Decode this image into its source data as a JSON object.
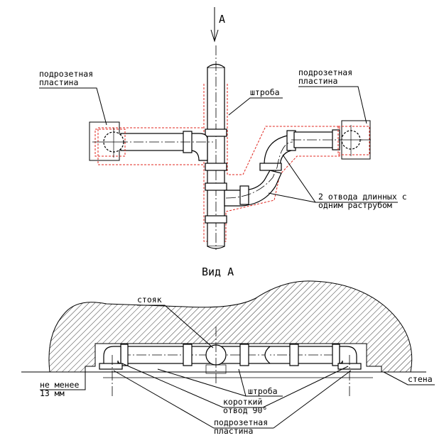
{
  "labels": {
    "view_arrow": "А",
    "plate_left": [
      "подрозетная",
      "пластина"
    ],
    "plate_right": [
      "подрозетная",
      "пластина"
    ],
    "chase_top": "штроба",
    "bends": [
      "2 отвода длинных с",
      "одним раструбом"
    ],
    "view_title": "Вид А",
    "riser": "стояк",
    "min_depth": [
      "не менее",
      "13 мм"
    ],
    "chase_bottom": "штроба",
    "wall": "стена",
    "short_bend": [
      "короткий",
      "отвод 90°"
    ],
    "plate_bottom": [
      "подрозетная",
      "пластина"
    ]
  },
  "colors": {
    "line": "#000000",
    "chase_outline": "#e0271f",
    "background": "#ffffff"
  }
}
